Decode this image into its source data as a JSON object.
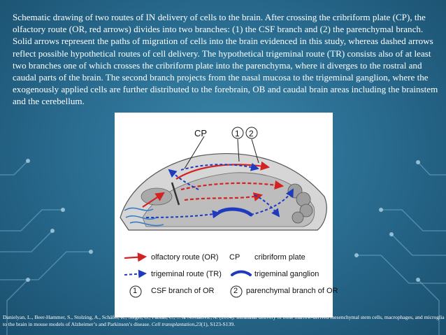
{
  "slide": {
    "caption": "Schematic drawing of two routes of IN delivery of cells to the brain. After crossing the cribriform plate (CP), the olfactory route (OR, red arrows) divides into two branches: (1) the CSF branch and (2) the parenchymal branch. Solid arrows represent the paths of migration of cells into the brain evidenced in this study, whereas dashed arrows reflect possible hypothetical routes of cell delivery. The hypothetical trigeminal route (TR) consists also of at least two branches one of which crosses the cribriform plate into the parenchyma, where it diverges to the rostral and caudal parts of the brain. The second branch projects from the nasal mucosa to the trigeminal ganglion, where the exogenously applied cells are further distributed to the forebrain, OB and caudal brain areas including the brainstem and the cerebellum.",
    "citation_main": "Danielyan, L., Beer-Hammer, S., Stolzing, A., Schäfer, R., Siegel, G., Fabian, C., ... & Novakovic, A. (2014). Intranasal delivery of bone marrow-derived mesenchymal stem cells, macrophages, and microglia to the brain in mouse models of Alzheimer’s and Parkinson’s disease. ",
    "citation_journal": "Cell transplantation,23",
    "citation_tail": "(1), S123-S139."
  },
  "figure": {
    "cp_label": "CP",
    "marker_1": "1",
    "marker_2": "2",
    "legend": {
      "olfactory": "olfactory route (OR)",
      "trigeminal": "trigeminal route (TR)",
      "cp_abbr": "CP",
      "cribriform": "cribriform plate",
      "ganglion": "trigeminal ganglion",
      "num1": "1",
      "csf": "CSF branch of OR",
      "num2": "2",
      "parenchymal": "parenchymal branch of OR"
    }
  },
  "colors": {
    "background": "#2a6e92",
    "red_route": "#d42222",
    "blue_route": "#1e3bbf",
    "brain_fill": "#c8c8c8"
  }
}
